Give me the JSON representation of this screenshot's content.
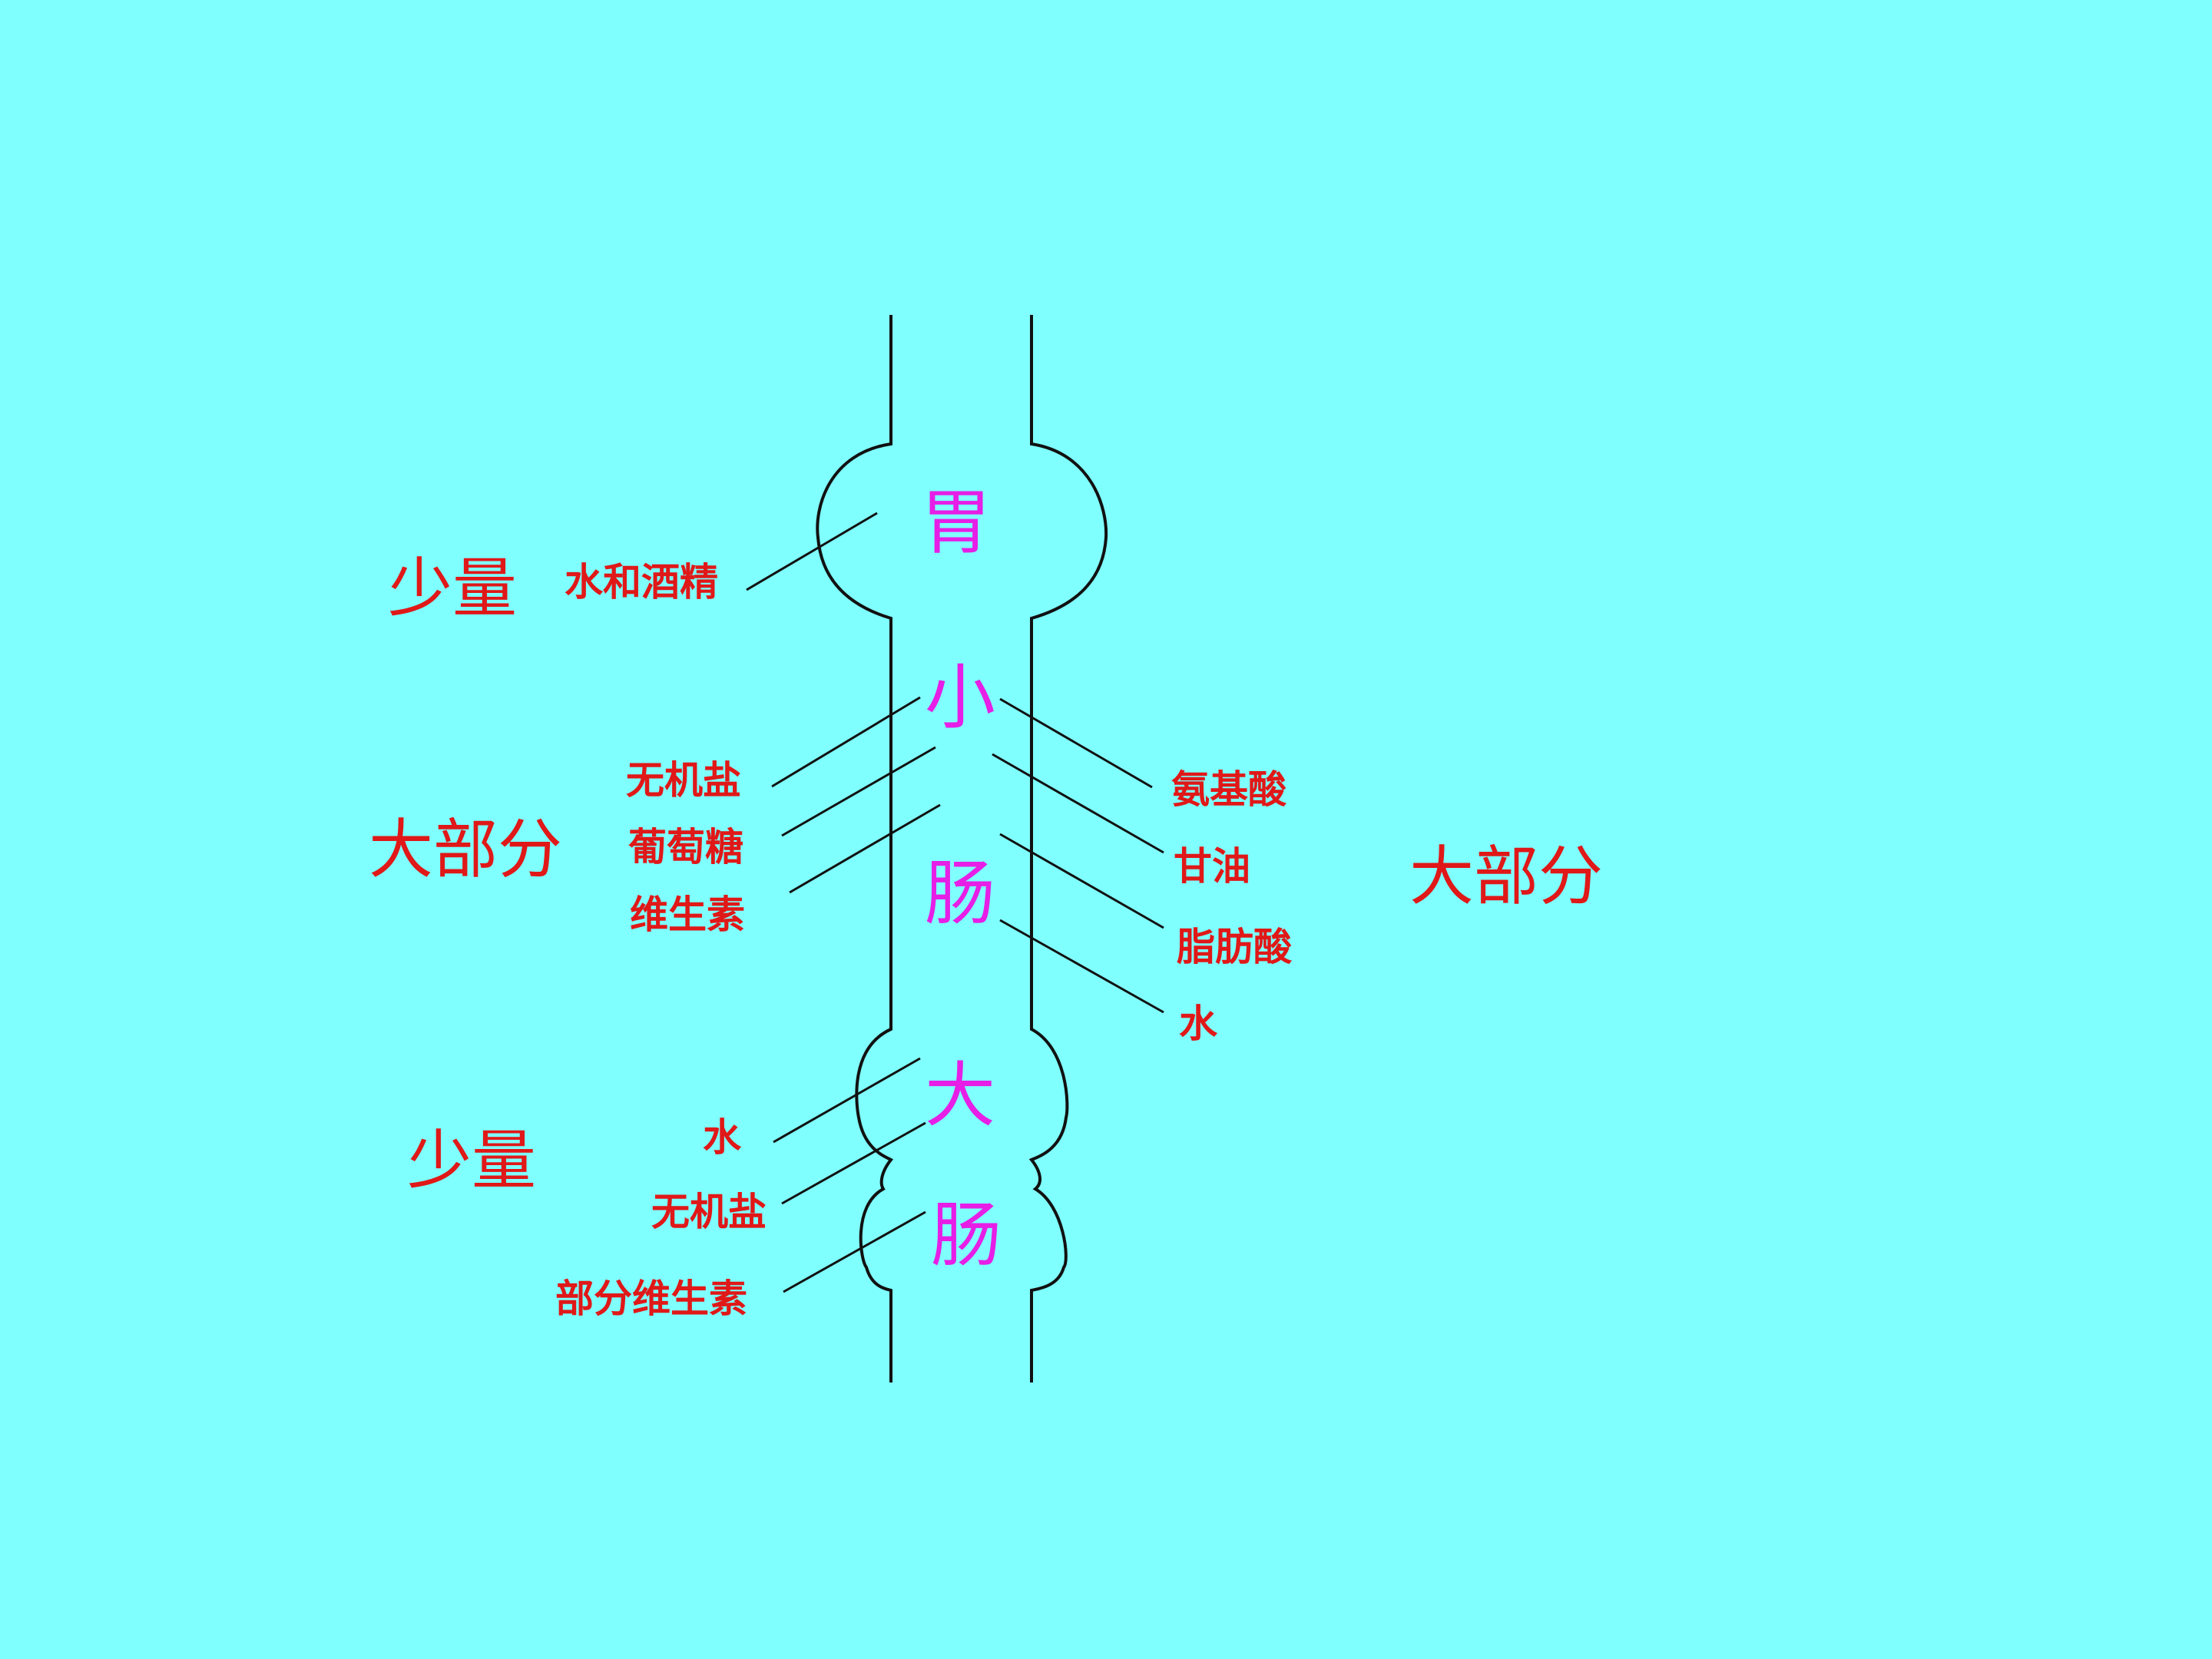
{
  "background_color": "#80FFFF",
  "organ_color": "#E61EE6",
  "label_color": "#E01818",
  "organs": {
    "stomach": "胃",
    "small_intestine": [
      "小",
      "肠"
    ],
    "large_intestine": [
      "大",
      "肠"
    ]
  },
  "stomach": {
    "amount": "少量",
    "nutrients": [
      "水和酒精"
    ]
  },
  "small_intestine": {
    "amount_left": "大部分",
    "nutrients_left": [
      "无机盐",
      "葡萄糖",
      "维生素"
    ],
    "amount_right": "大部分",
    "nutrients_right": [
      "氨基酸",
      "甘油",
      "脂肪酸",
      "水"
    ]
  },
  "large_intestine": {
    "amount": "少量",
    "nutrients": [
      "水",
      "无机盐",
      "部分维生素"
    ]
  }
}
